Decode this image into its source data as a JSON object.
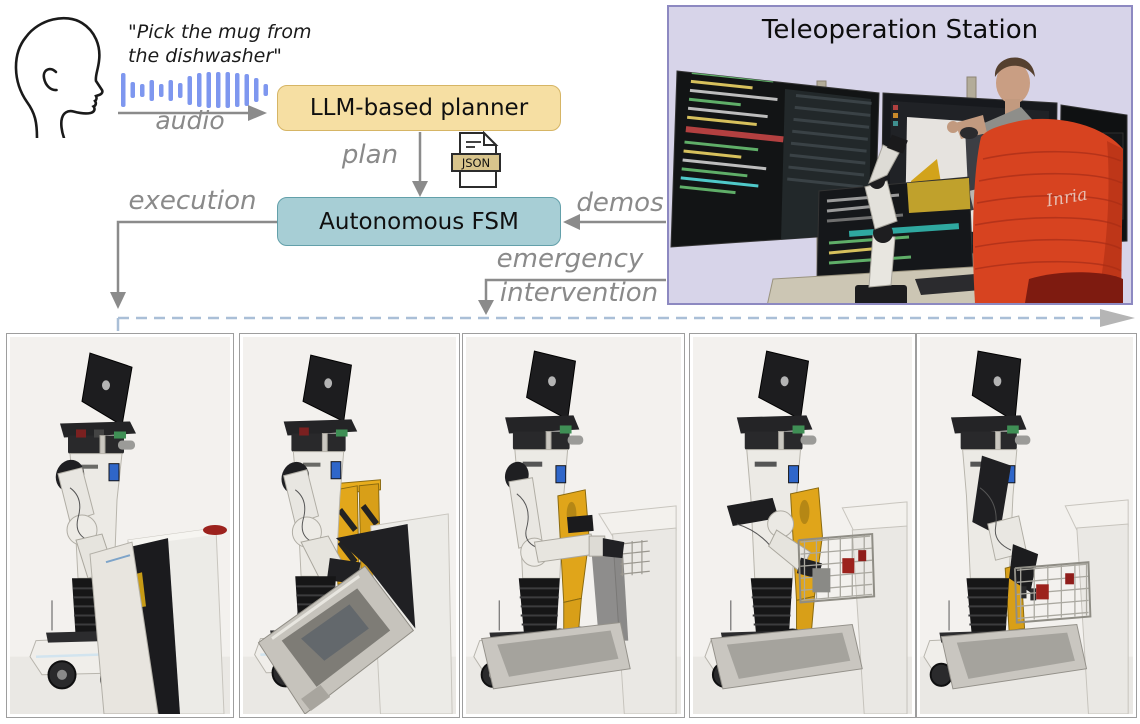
{
  "speech": {
    "line1": "\"Pick the mug from",
    "line2": "the dishwasher\""
  },
  "labels": {
    "audio": "audio",
    "plan": "plan",
    "execution": "execution",
    "demos": "demos",
    "emergency": "emergency",
    "intervention": "intervention"
  },
  "boxes": {
    "llm_planner": "LLM-based planner",
    "autonomous_fsm": "Autonomous FSM"
  },
  "json_icon": {
    "label": "JSON"
  },
  "teleoperation": {
    "title": "Teleoperation Station",
    "vest_logo": "Inria"
  },
  "icons": {
    "user_head": "head-profile-icon",
    "waveform": "audio-waveform-icon",
    "json_file": "json-file-icon",
    "flow_arrows": "gray-flow-arrows",
    "timeline": "dashed-timeline-arrow"
  },
  "colors": {
    "llm_box_fill": "#f6dfa3",
    "llm_box_border": "#d6b565",
    "fsm_box_fill": "#a7ced5",
    "fsm_box_border": "#63a0aa",
    "panel_fill": "#d7d4e9",
    "panel_border": "#8d89c1",
    "arrow_gray": "#8b8b8b",
    "label_gray": "#8a8a8a",
    "waveform_blue": "#7e97ef",
    "dashed_timeline": "#aabfd7",
    "robot_yellow": "#e0a51a",
    "mug_red": "#9c221d",
    "vest_orange": "#d74320"
  }
}
